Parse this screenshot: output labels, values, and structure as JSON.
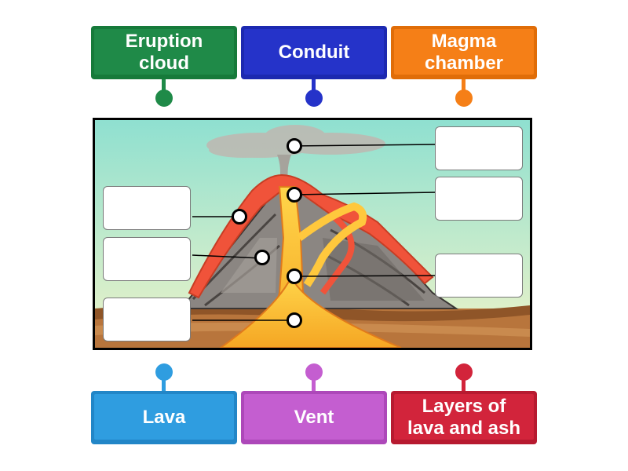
{
  "colors": {
    "eruption_cloud": "#1f8a48",
    "conduit": "#2533c9",
    "magma_chamber": "#f57f17",
    "lava": "#2f9de0",
    "vent": "#c45ed0",
    "layers": "#d2243b"
  },
  "tiles_top": [
    {
      "label": "Eruption\ncloud"
    },
    {
      "label": "Conduit"
    },
    {
      "label": "Magma\nchamber"
    }
  ],
  "tiles_bottom": [
    {
      "label": "Lava"
    },
    {
      "label": "Vent"
    },
    {
      "label": "Layers of\nlava and ash"
    }
  ]
}
